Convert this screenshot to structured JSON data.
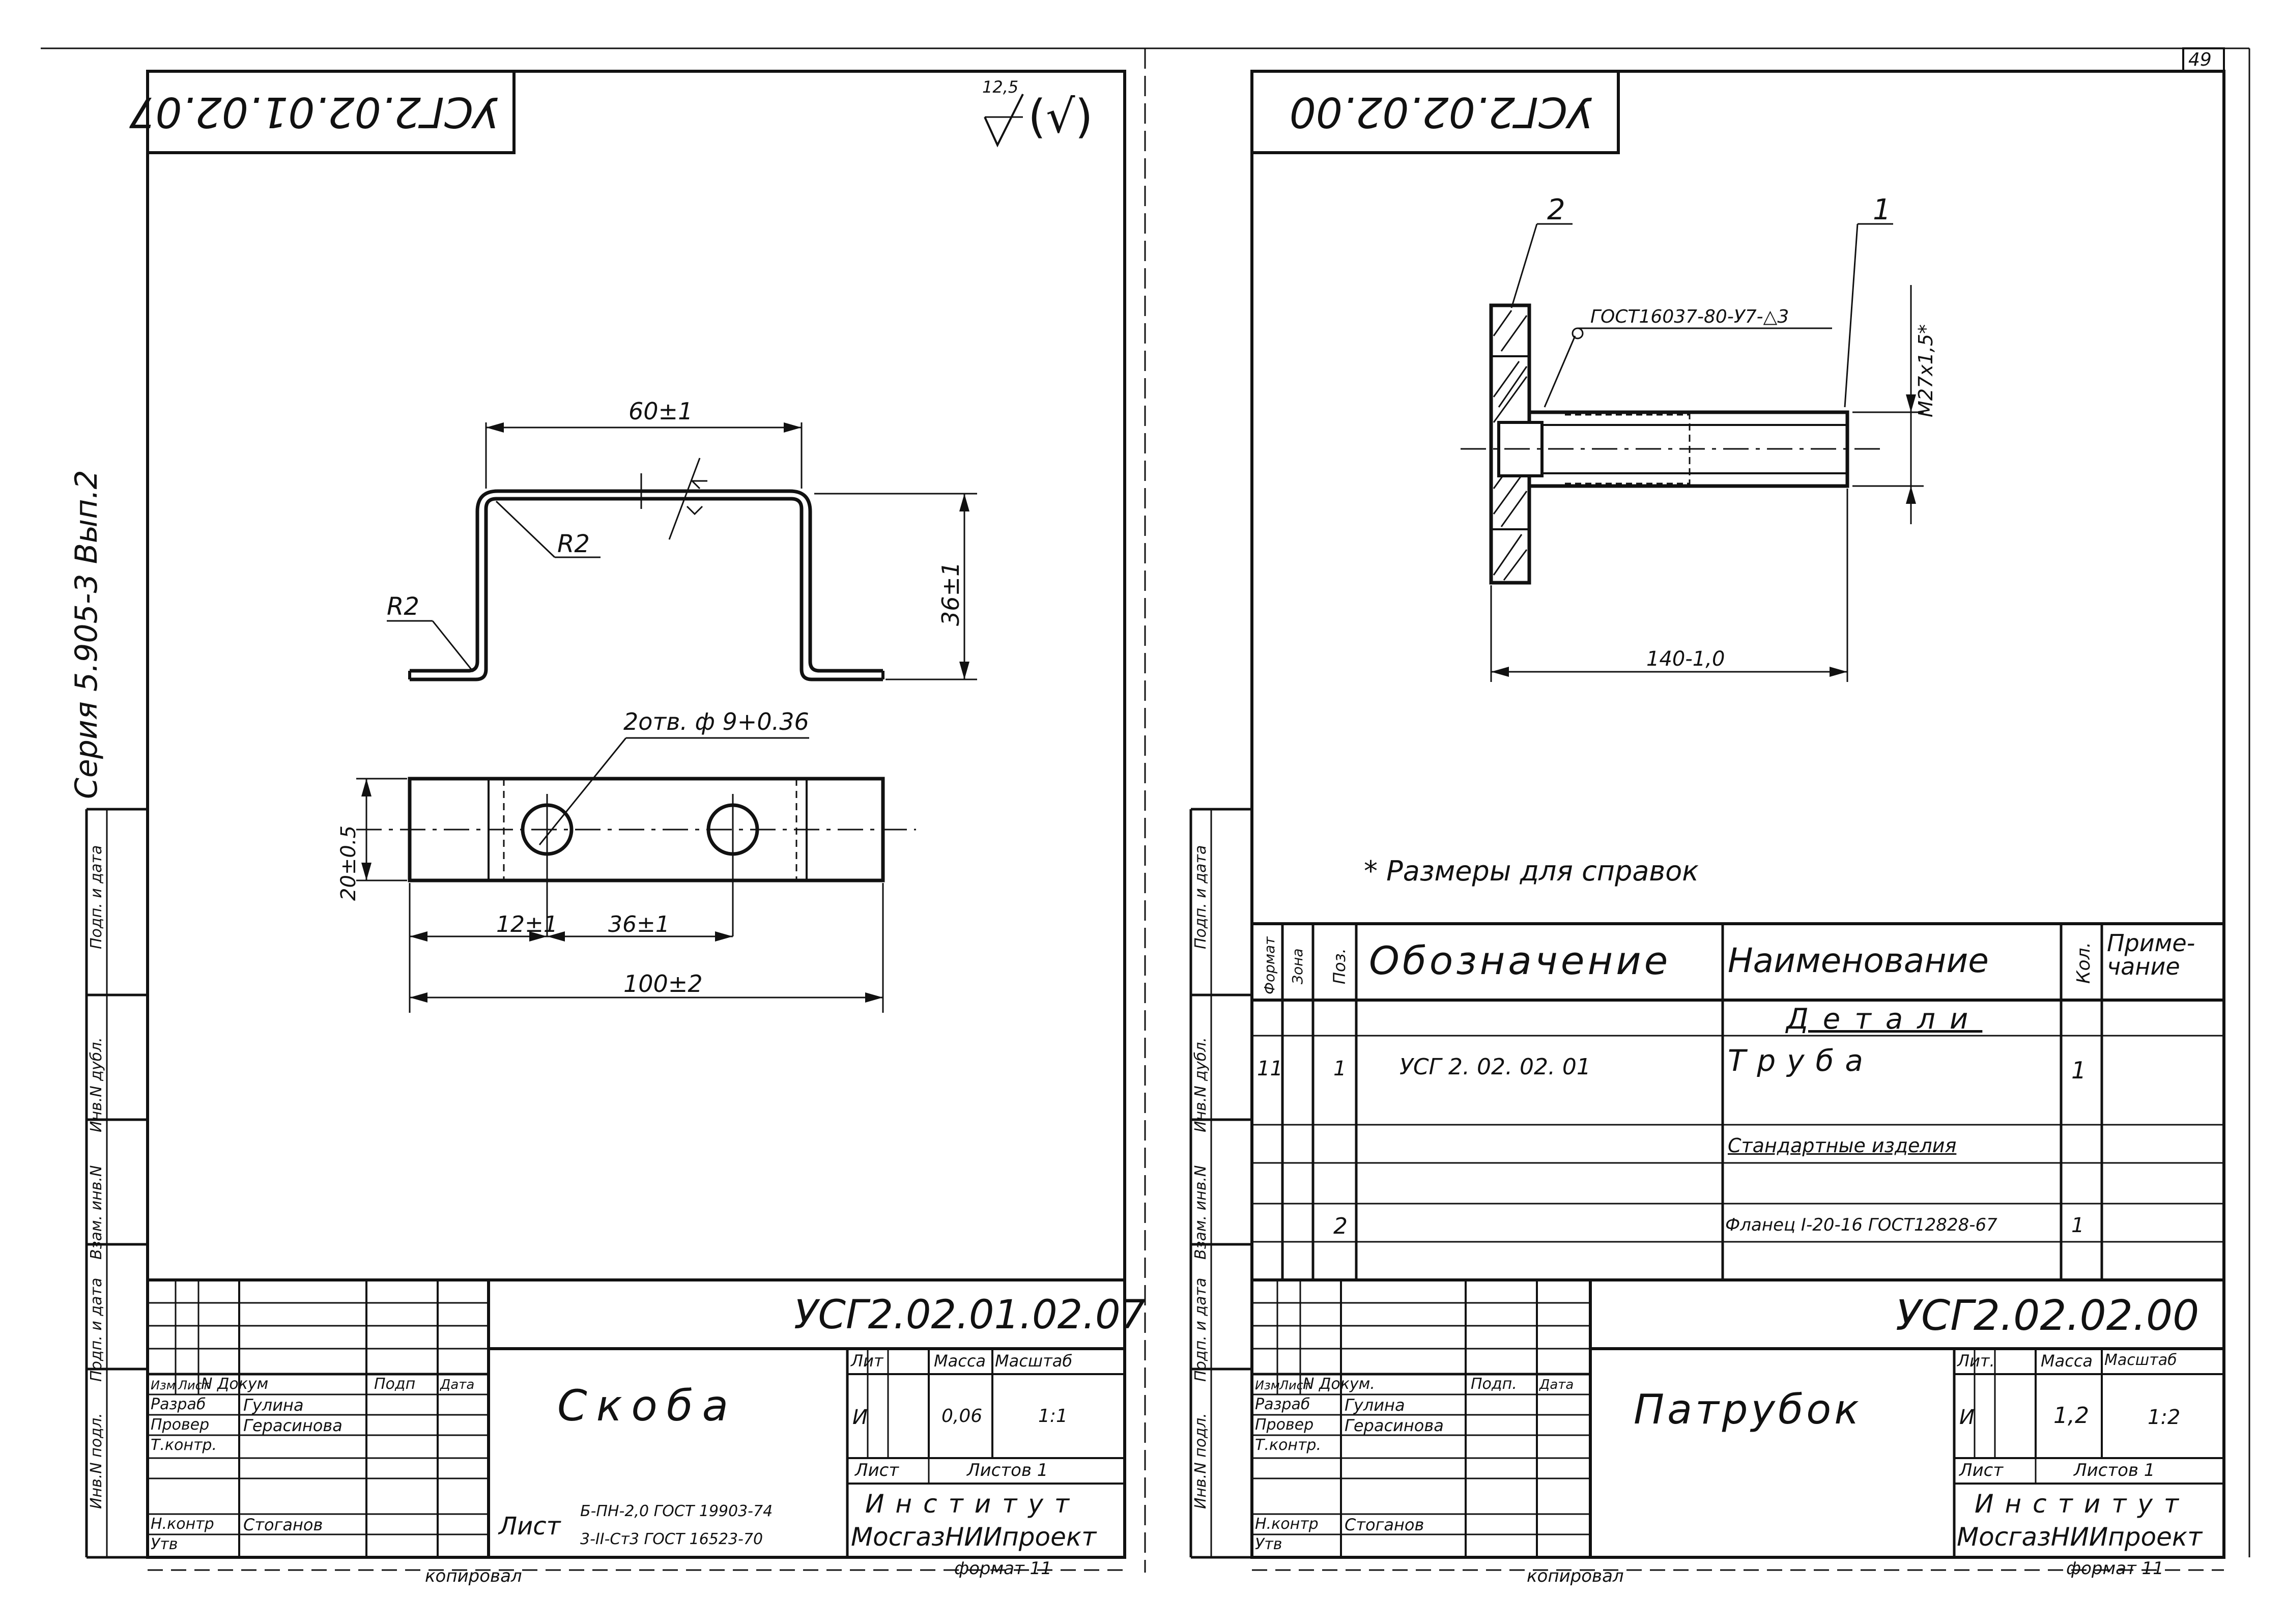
{
  "page_number": "49",
  "left_sheet": {
    "top_code": "УСГ2.02.01.02.07",
    "roughness": "12,5",
    "roughness_paren": "(√)",
    "series": "Серия 5.905-3 Вып.2",
    "dims": {
      "width_top": "60±1",
      "r_inner": "R2",
      "r_outer": "R2",
      "height": "36±1",
      "holes": "2отв. ф 9+0.36",
      "plate_height": "20±0.5",
      "offset": "12±1",
      "spacing": "36±1",
      "length": "100±2"
    },
    "side_labels": [
      "Инв.N подл.",
      "Подп. и дата",
      "Взам. инв.N",
      "Инв.N дубл.",
      "Подп. и дата"
    ],
    "title_block": {
      "code": "УСГ2.02.01.02.07",
      "name": "Скоба",
      "headers": {
        "izm": "Изм",
        "list": "Лист",
        "doc": "N Докум",
        "sign": "Подп",
        "date": "Дата"
      },
      "roles": [
        {
          "role": "Разраб",
          "name": "Гулина"
        },
        {
          "role": "Провер",
          "name": "Герасинова"
        },
        {
          "role": "Т.контр.",
          "name": ""
        },
        {
          "role": "Н.контр",
          "name": "Стоганов"
        },
        {
          "role": "Утв",
          "name": ""
        }
      ],
      "lit_label": "Лит",
      "mass_label": "Масса",
      "scale_label": "Масштаб",
      "lit_value": "И",
      "mass_value": "0,06",
      "scale_value": "1:1",
      "sheet_label": "Лист",
      "sheets_label": "Листов 1",
      "material_prefix": "Лист",
      "material_line1": "Б-ПН-2,0 ГОСТ 19903-74",
      "material_line2": "3-II-Ст3 ГОСТ 16523-70",
      "org_line1": "Институт",
      "org_line2": "МосгазНИИпроект"
    },
    "copied": "копировал",
    "format": "формат 11"
  },
  "right_sheet": {
    "top_code": "УСГ2.02.02.00",
    "dims": {
      "pos2": "2",
      "pos1": "1",
      "weld": "ГОСТ16037-80-У7-△3",
      "thread": "М27х1,5*",
      "length": "140-1,0"
    },
    "note": "* Размеры для справок",
    "side_labels": [
      "Инв.N подл.",
      "Подп. и дата",
      "Взам. инв.N",
      "Инв.N дубл.",
      "Подп. и дата"
    ],
    "spec": {
      "headers": {
        "format": "Формат",
        "zone": "Зона",
        "pos": "Поз.",
        "designation": "Обозначение",
        "name": "Наименование",
        "qty": "Кол.",
        "note": "Приме-чание"
      },
      "section_details": "Детали",
      "row1": {
        "format": "11",
        "pos": "1",
        "designation": "УСГ 2. 02. 02. 01",
        "name": "Труба",
        "qty": "1"
      },
      "section_std": "Стандартные изделия",
      "row2": {
        "pos": "2",
        "name": "Фланец I-20-16 ГОСТ12828-67",
        "qty": "1"
      }
    },
    "title_block": {
      "code": "УСГ2.02.02.00",
      "name": "Патрубок",
      "headers": {
        "izm": "Изм",
        "list": "Лист",
        "doc": "N Докум.",
        "sign": "Подп.",
        "date": "Дата"
      },
      "roles": [
        {
          "role": "Разраб",
          "name": "Гулина"
        },
        {
          "role": "Провер",
          "name": "Герасинова"
        },
        {
          "role": "Т.контр.",
          "name": ""
        },
        {
          "role": "Н.контр",
          "name": "Стоганов"
        },
        {
          "role": "Утв",
          "name": ""
        }
      ],
      "lit_label": "Лит.",
      "mass_label": "Масса",
      "scale_label": "Масштаб",
      "lit_value": "И",
      "mass_value": "1,2",
      "scale_value": "1:2",
      "sheet_label": "Лист",
      "sheets_label": "Листов 1",
      "org_line1": "Институт",
      "org_line2": "МосгазНИИпроект"
    },
    "copied": "копировал",
    "format": "формат 11"
  }
}
